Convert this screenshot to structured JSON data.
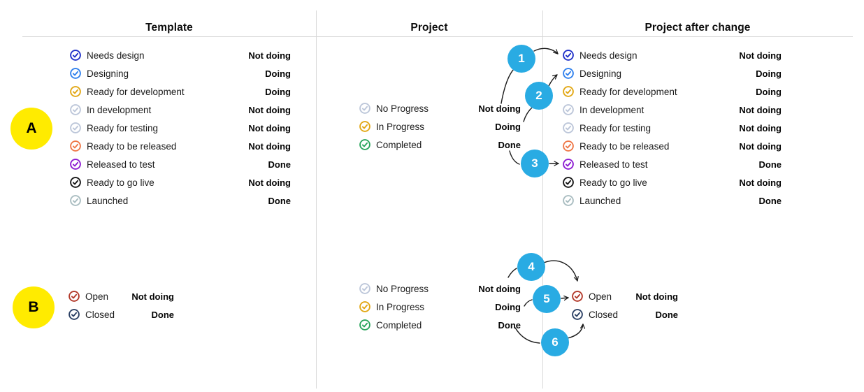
{
  "columns": {
    "template": {
      "title": "Template"
    },
    "project": {
      "title": "Project"
    },
    "after_change": {
      "title": "Project after change"
    }
  },
  "colors": {
    "callout_blue": "#29abe3",
    "marker_yellow": "#ffeb00",
    "divider_gray": "#d8d8d8"
  },
  "markers": [
    {
      "label": "A"
    },
    {
      "label": "B"
    }
  ],
  "callouts": [
    {
      "label": "1"
    },
    {
      "label": "2"
    },
    {
      "label": "3"
    },
    {
      "label": "4"
    },
    {
      "label": "5"
    },
    {
      "label": "6"
    }
  ],
  "section_a": {
    "template": {
      "rows": [
        {
          "name": "Needs design",
          "mapping": "Not doing",
          "icon": "check-circle",
          "color": "#1e2fc8"
        },
        {
          "name": "Designing",
          "mapping": "Doing",
          "icon": "check-circle",
          "color": "#2f80ed"
        },
        {
          "name": "Ready for development",
          "mapping": "Doing",
          "icon": "check-circle",
          "color": "#e2a713"
        },
        {
          "name": "In development",
          "mapping": "Not doing",
          "icon": "check-circle",
          "color": "#bcc6d9"
        },
        {
          "name": "Ready for testing",
          "mapping": "Not doing",
          "icon": "check-circle",
          "color": "#bcc6d9"
        },
        {
          "name": "Ready to be released",
          "mapping": "Not doing",
          "icon": "check-circle",
          "color": "#ef7747"
        },
        {
          "name": "Released to test",
          "mapping": "Done",
          "icon": "check-circle",
          "color": "#8c1ad1"
        },
        {
          "name": "Ready to go live",
          "mapping": "Not doing",
          "icon": "check-circle",
          "color": "#141414"
        },
        {
          "name": "Launched",
          "mapping": "Done",
          "icon": "check-circle",
          "color": "#a8bcc0"
        }
      ]
    },
    "project": {
      "rows": [
        {
          "name": "No Progress",
          "mapping": "Not doing",
          "icon": "check-circle",
          "color": "#bcc6d9"
        },
        {
          "name": "In Progress",
          "mapping": "Doing",
          "icon": "check-circle",
          "color": "#e2a713"
        },
        {
          "name": "Completed",
          "mapping": "Done",
          "icon": "check-circle",
          "color": "#2aa55c"
        }
      ]
    },
    "after_change": {
      "rows": [
        {
          "name": "Needs design",
          "mapping": "Not doing",
          "icon": "check-circle",
          "color": "#1e2fc8"
        },
        {
          "name": "Designing",
          "mapping": "Doing",
          "icon": "check-circle",
          "color": "#2f80ed"
        },
        {
          "name": "Ready for development",
          "mapping": "Doing",
          "icon": "check-circle",
          "color": "#e2a713"
        },
        {
          "name": "In development",
          "mapping": "Not doing",
          "icon": "check-circle",
          "color": "#bcc6d9"
        },
        {
          "name": "Ready for testing",
          "mapping": "Not doing",
          "icon": "check-circle",
          "color": "#bcc6d9"
        },
        {
          "name": "Ready to be released",
          "mapping": "Not doing",
          "icon": "check-circle",
          "color": "#ef7747"
        },
        {
          "name": "Released to test",
          "mapping": "Done",
          "icon": "check-circle",
          "color": "#8c1ad1"
        },
        {
          "name": "Ready to go live",
          "mapping": "Not doing",
          "icon": "check-circle",
          "color": "#141414"
        },
        {
          "name": "Launched",
          "mapping": "Done",
          "icon": "check-circle",
          "color": "#a8bcc0"
        }
      ]
    }
  },
  "section_b": {
    "template": {
      "rows": [
        {
          "name": "Open",
          "mapping": "Not doing",
          "icon": "check-circle",
          "color": "#b23829"
        },
        {
          "name": "Closed",
          "mapping": "Done",
          "icon": "check-circle",
          "color": "#2a3f63"
        }
      ]
    },
    "project": {
      "rows": [
        {
          "name": "No Progress",
          "mapping": "Not doing",
          "icon": "check-circle",
          "color": "#bcc6d9"
        },
        {
          "name": "In Progress",
          "mapping": "Doing",
          "icon": "check-circle",
          "color": "#e2a713"
        },
        {
          "name": "Completed",
          "mapping": "Done",
          "icon": "check-circle",
          "color": "#2aa55c"
        }
      ]
    },
    "after_change": {
      "rows": [
        {
          "name": "Open",
          "mapping": "Not doing",
          "icon": "check-circle",
          "color": "#b23829"
        },
        {
          "name": "Closed",
          "mapping": "Done",
          "icon": "check-circle",
          "color": "#2a3f63"
        }
      ]
    }
  }
}
